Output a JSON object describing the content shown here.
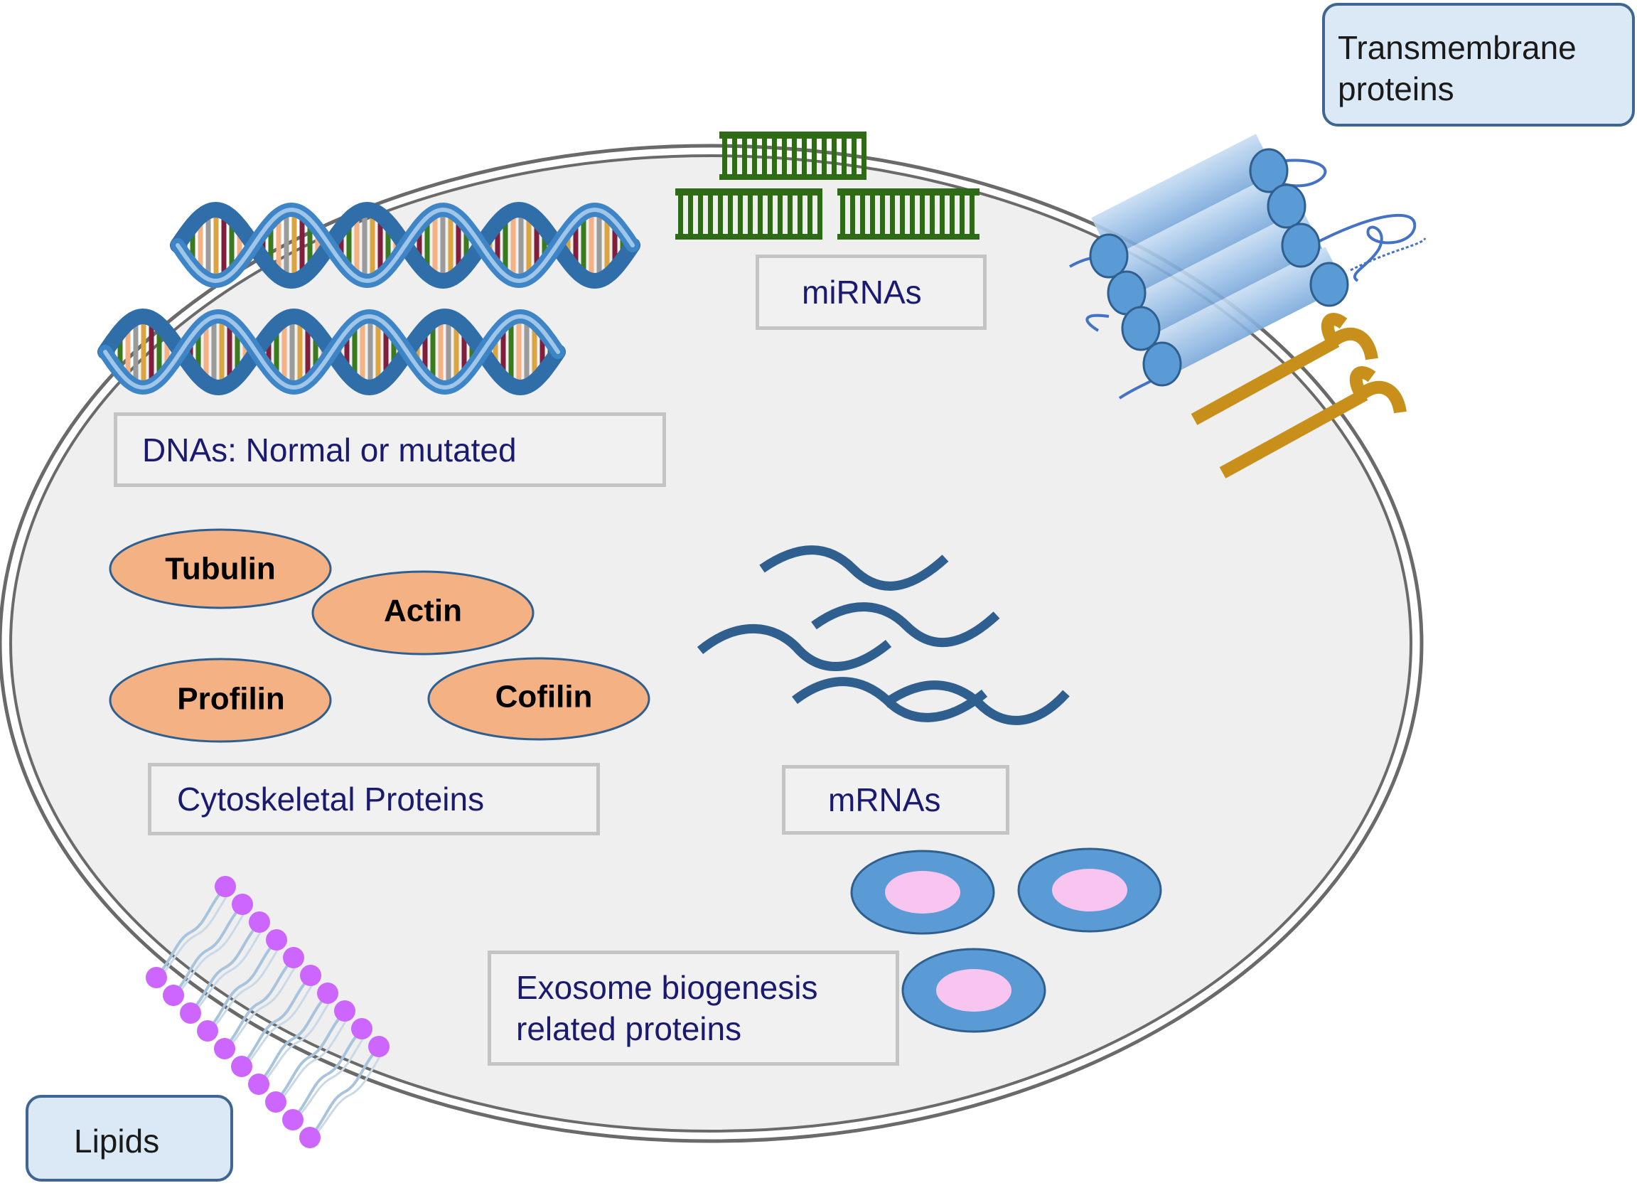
{
  "labels": {
    "transmembrane": [
      "Transmembrane",
      "proteins"
    ],
    "mirnas": "miRNAs",
    "dnas": "DNAs: Normal or mutated",
    "cytoskeletal": "Cytoskeletal Proteins",
    "mrnas": "mRNAs",
    "exosome": [
      "Exosome biogenesis",
      "related proteins"
    ],
    "lipids": "Lipids"
  },
  "cytoskeletal_proteins": [
    "Tubulin",
    "Actin",
    "Profilin",
    "Cofilin"
  ],
  "colors": {
    "cell_fill": "#efefef",
    "membrane": "#6a6a6a",
    "label_text": "#1a1a6e",
    "label_border": "#c4c4c4",
    "callout_fill": "#dbe9f6",
    "callout_border": "#3f6591",
    "protein_fill": "#f4b183",
    "mirna": "#2f6b16",
    "mrna": "#2f5f8f",
    "dna_strand": "#3d85c6",
    "receptor": "#c8901a",
    "vesicle_outer": "#5b9bd5",
    "vesicle_inner": "#f7c5ef",
    "lipid_head": "#cc66ff"
  }
}
